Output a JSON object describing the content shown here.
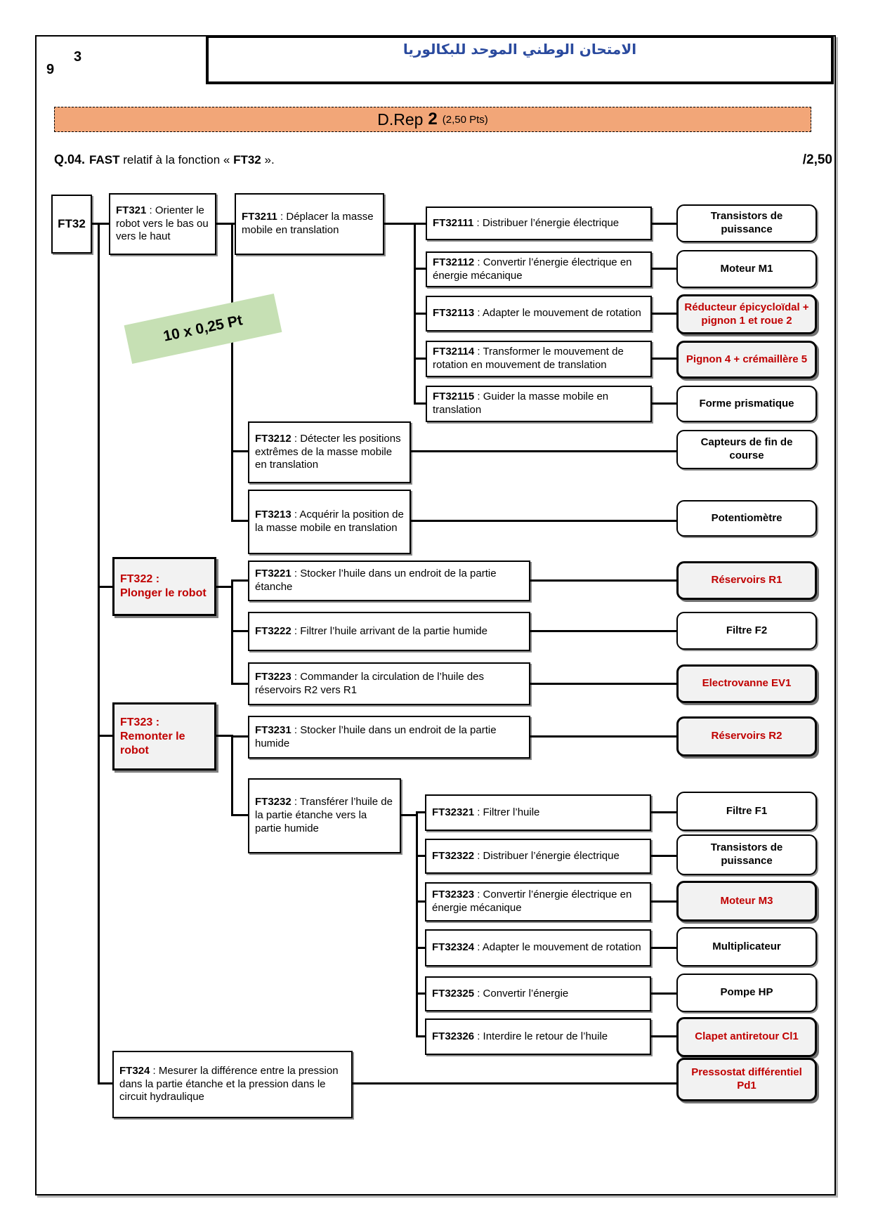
{
  "page": {
    "corner_number_top": "3",
    "corner_number_left": "9"
  },
  "header": {
    "title_arabic": "الامتحان الوطني الموحد للبكالوريا"
  },
  "banner": {
    "title": "D.Rep",
    "number": "2",
    "points": "(2,50 Pts)"
  },
  "question": {
    "num": "Q.04.",
    "fast": "FAST",
    "mid": " relatif à la fonction « ",
    "fn": "FT32",
    "end": " ».",
    "score": "/2,50"
  },
  "badge": {
    "label": "10 x 0,25 Pt"
  },
  "nodes": {
    "ft32": {
      "code": "FT32",
      "text": ""
    },
    "ft321": {
      "code": "FT321",
      "text": " : Orienter le robot vers le bas ou vers le haut"
    },
    "ft322": {
      "code": "FT322 :",
      "text": "Plonger le robot"
    },
    "ft323": {
      "code": "FT323 :",
      "text": "Remonter le robot"
    },
    "ft324": {
      "code": "FT324",
      "text": " : Mesurer la différence entre la pression dans la partie étanche et la pression dans le circuit hydraulique"
    },
    "ft3211": {
      "code": "FT3211",
      "text": " : Déplacer la masse mobile en translation"
    },
    "ft3212": {
      "code": "FT3212",
      "text": " : Détecter les positions extrêmes de la masse mobile en translation"
    },
    "ft3213": {
      "code": "FT3213",
      "text": " : Acquérir la position de la masse mobile en translation"
    },
    "ft3221": {
      "code": "FT3221",
      "text": " : Stocker l’huile dans un endroit de la partie étanche"
    },
    "ft3222": {
      "code": "FT3222",
      "text": " : Filtrer l’huile arrivant de la partie humide"
    },
    "ft3223": {
      "code": "FT3223",
      "text": " : Commander la circulation de l’huile des réservoirs R2 vers R1"
    },
    "ft3231": {
      "code": "FT3231",
      "text": " : Stocker l’huile dans un endroit de la partie humide"
    },
    "ft3232": {
      "code": "FT3232",
      "text": " : Transférer l’huile de la partie étanche vers la partie humide"
    },
    "ft32111": {
      "code": "FT32111",
      "text": " : Distribuer l’énergie électrique"
    },
    "ft32112": {
      "code": "FT32112",
      "text": " : Convertir l’énergie électrique en énergie mécanique"
    },
    "ft32113": {
      "code": "FT32113",
      "text": " : Adapter le mouvement de rotation"
    },
    "ft32114": {
      "code": "FT32114",
      "text": " : Transformer le mouvement de rotation en mouvement de translation"
    },
    "ft32115": {
      "code": "FT32115",
      "text": " : Guider la masse mobile en translation"
    },
    "ft32321": {
      "code": "FT32321",
      "text": " : Filtrer l’huile"
    },
    "ft32322": {
      "code": "FT32322",
      "text": " : Distribuer l’énergie électrique"
    },
    "ft32323": {
      "code": "FT32323",
      "text": " : Convertir l’énergie électrique en énergie mécanique"
    },
    "ft32324": {
      "code": "FT32324",
      "text": " : Adapter le mouvement de rotation"
    },
    "ft32325": {
      "code": "FT32325",
      "text": " : Convertir l’énergie"
    },
    "ft32326": {
      "code": "FT32326",
      "text": " : Interdire le retour de l’huile"
    }
  },
  "solutions": {
    "s01": "Transistors de puissance",
    "s02": "Moteur M1",
    "s03": "Réducteur épicycloïdal + pignon 1 et roue 2",
    "s04": "Pignon 4 + crémaillère 5",
    "s05": "Forme prismatique",
    "s06": "Capteurs de fin de course",
    "s07": "Potentiomètre",
    "s08": "Réservoirs R1",
    "s09": "Filtre F2",
    "s10": "Electrovanne EV1",
    "s11": "Réservoirs R2",
    "s12": "Filtre F1",
    "s13": "Transistors de puissance",
    "s14": "Moteur M3",
    "s15": "Multiplicateur",
    "s16": "Pompe HP",
    "s17": "Clapet antiretour Cl1",
    "s18": "Pressostat différentiel Pd1"
  },
  "colors": {
    "banner_orange": "#F2A678",
    "answer_red": "#C00000",
    "answer_gray_bg": "#F2F2F2",
    "points_green": "#C6E0B4",
    "header_blue": "#2A4A9E"
  }
}
